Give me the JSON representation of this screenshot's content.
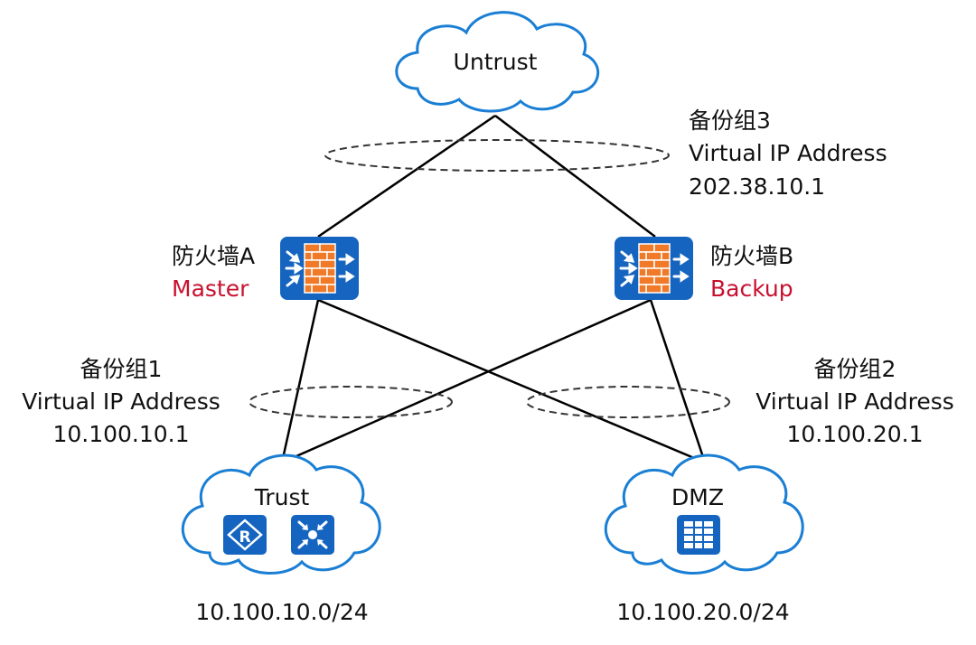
{
  "zones": {
    "untrust": "Untrust",
    "trust": "Trust",
    "dmz": "DMZ"
  },
  "firewalls": {
    "a": {
      "name": "防火墙A",
      "role": "Master"
    },
    "b": {
      "name": "防火墙B",
      "role": "Backup"
    }
  },
  "groups": {
    "g3": {
      "name": "备份组3",
      "desc": "Virtual IP Address",
      "ip": "202.38.10.1"
    },
    "g1": {
      "name": "备份组1",
      "desc": "Virtual IP Address",
      "ip": "10.100.10.1"
    },
    "g2": {
      "name": "备份组2",
      "desc": "Virtual IP Address",
      "ip": "10.100.20.1"
    }
  },
  "subnets": {
    "trust": "10.100.10.0/24",
    "dmz": "10.100.20.0/24"
  },
  "colors": {
    "cloud_stroke": "#1a7fd4",
    "device_fill": "#1565c0",
    "brick": "#f07a28",
    "role_text": "#c8102e"
  },
  "icons": {
    "firewall": "firewall-icon",
    "router": "router-icon",
    "switch": "switch-icon",
    "server": "server-icon"
  }
}
